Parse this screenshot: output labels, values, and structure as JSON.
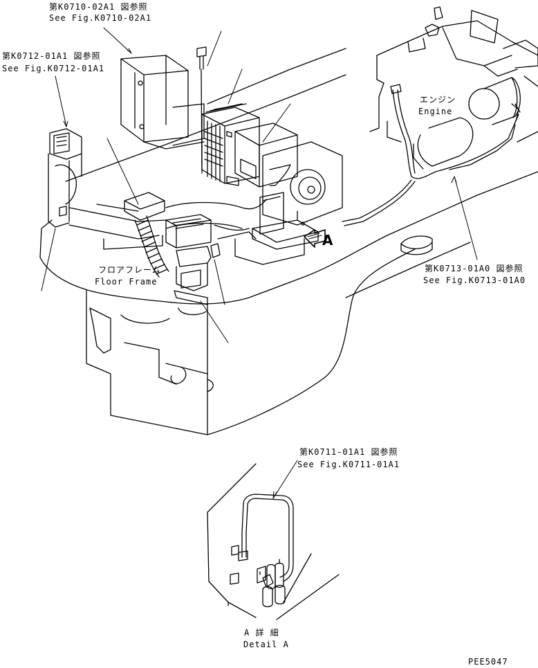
{
  "references": {
    "k0710_jp": "第K0710-02A1 図参照",
    "k0710_en": "See Fig.K0710-02A1",
    "k0712_jp": "第K0712-01A1 図参照",
    "k0712_en": "See Fig.K0712-01A1",
    "k0713_jp": "第K0713-01A0 図参照",
    "k0713_en": "See Fig.K0713-01A0",
    "k0711_jp": "第K0711-01A1 図参照",
    "k0711_en": "See Fig.K0711-01A1"
  },
  "labels": {
    "engine_jp": "エンジン",
    "engine_en": "Engine",
    "floor_frame_jp": "フロアフレーム",
    "floor_frame_en": "Floor Frame",
    "view_arrow": "A",
    "detail_jp": "A  詳  細",
    "detail_en": "Detail A"
  },
  "drawing_number": "PEE5047"
}
